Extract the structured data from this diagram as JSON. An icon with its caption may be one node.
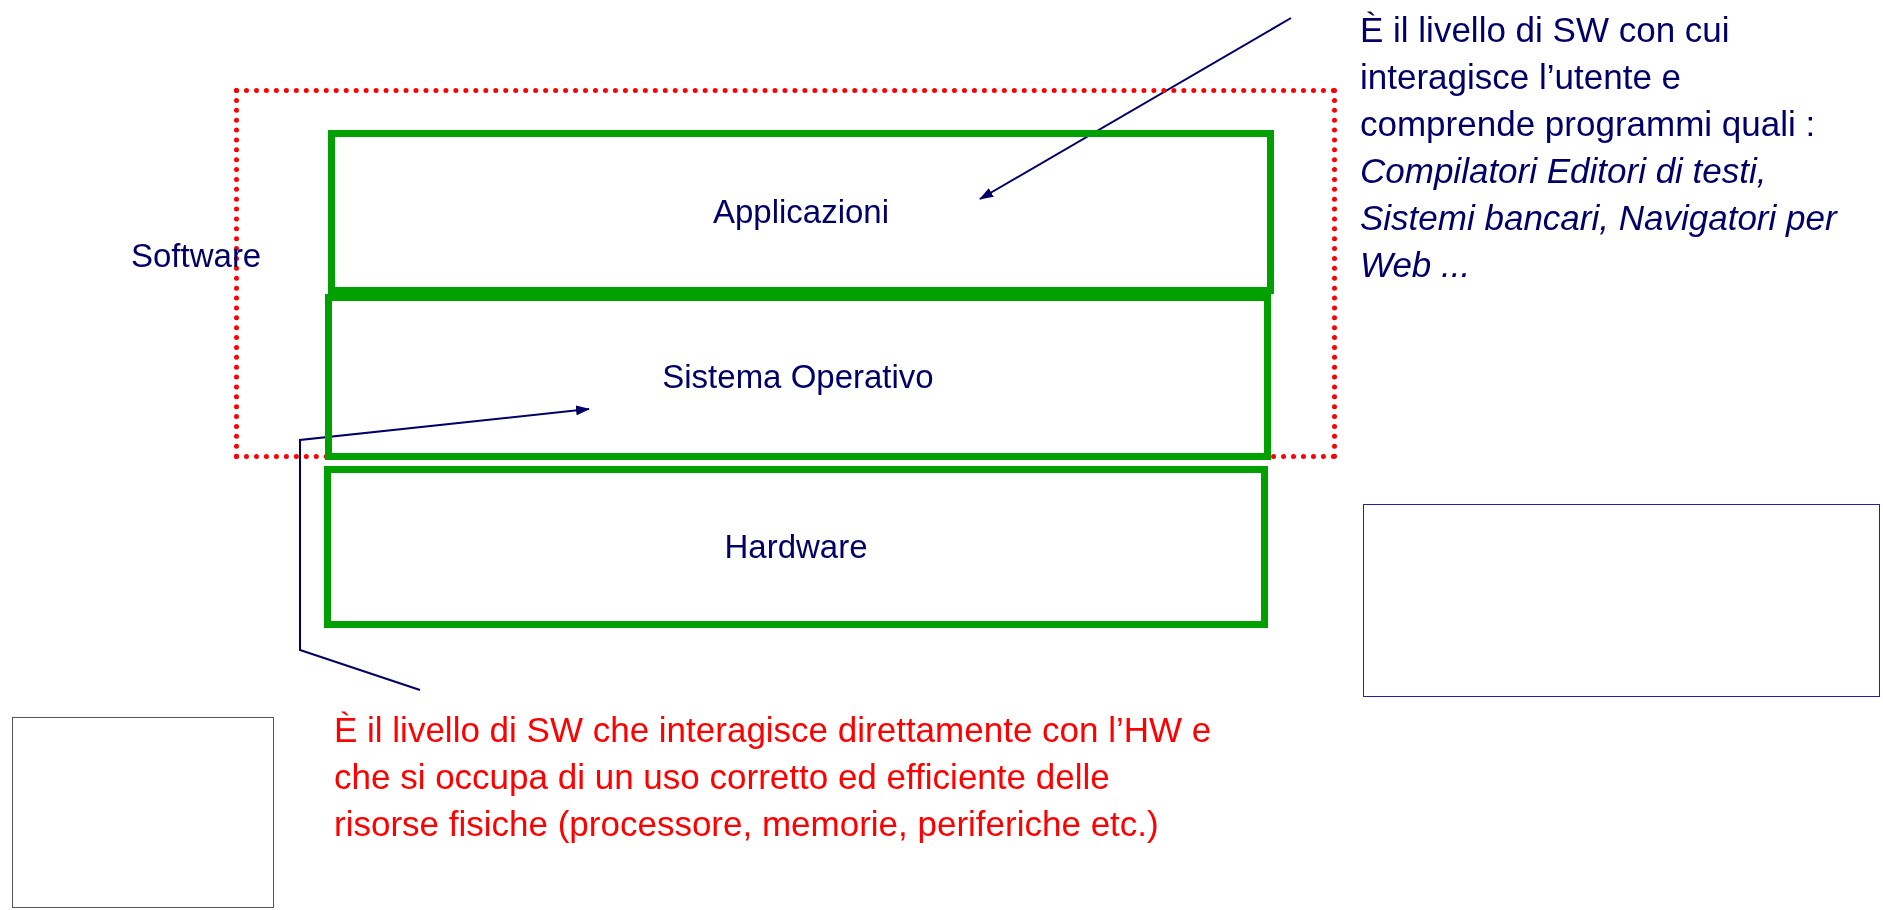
{
  "diagram": {
    "nodes": [
      {
        "text": [
          "Software"
        ]
      },
      {
        "text": [
          "Applicazioni"
        ],
        "in": 0
      },
      {
        "text": [
          "Sistema Operativo"
        ],
        "in": 0
      },
      {
        "text": [
          "Hardware"
        ]
      },
      {
        "text": [
          "È il livello di SW con cui interagisce l’utente e comprende programmi quali :",
          "Compilatori Editori di testi, Sistemi bancari, Navigatori per Web ..."
        ]
      },
      {
        "text": [
          "È il livello di SW che interagisce direttamente con l’HW e che si occupa di un uso corretto ed efficiente delle risorse fisiche (processore, memorie, periferiche etc.)"
        ]
      },
      {
        "text": [],
        "shape": "box"
      },
      {
        "text": [],
        "shape": "box"
      }
    ],
    "edges": [
      {
        "from": 4,
        "to": 1,
        "arrow": "to"
      },
      {
        "from": 5,
        "to": 2,
        "arrow": "to"
      }
    ]
  }
}
